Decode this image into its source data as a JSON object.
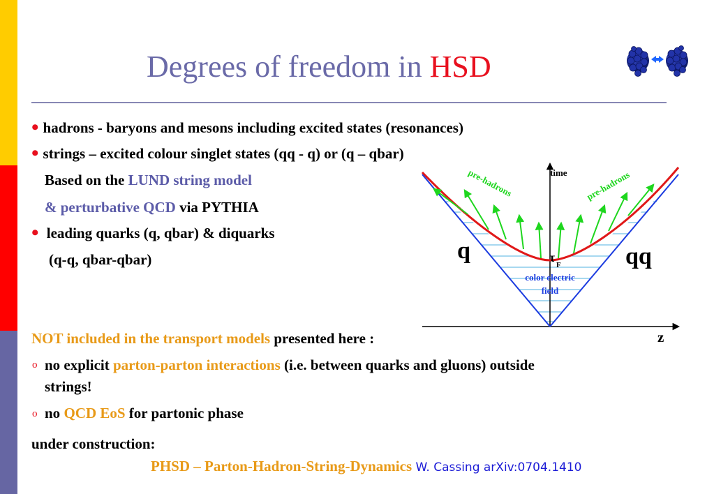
{
  "slide": {
    "title_main": "Degrees of  freedom in ",
    "title_highlight": "HSD",
    "bullets": {
      "b1": "hadrons - baryons and mesons  including excited states (resonances)",
      "b2": "strings – excited colour singlet states  (qq - q) or (q – qbar)",
      "b2_line2_prefix": "Based on the ",
      "b2_line2_link": "LUND string model",
      "b2_line3_link": "& perturbative QCD",
      "b2_line3_suffix": " via PYTHIA",
      "b3": " leading quarks (q, qbar) & diquarks",
      "b3_line2": "(q-q, qbar-qbar)"
    },
    "not_included": {
      "heading_highlight": "NOT included in the transport models",
      "heading_rest": " presented here :",
      "marker": "o",
      "item1_prefix": "no explicit ",
      "item1_highlight": "parton-parton interactions",
      "item1_rest": " (i.e. between quarks and gluons) outside",
      "item1_line2": "strings!",
      "item2_prefix": "no ",
      "item2_highlight": "QCD EoS",
      "item2_rest": " for partonic phase"
    },
    "construction": {
      "label": "under construction:",
      "project": "PHSD – Parton-Hadron-String-Dynamics",
      "credit": " W. Cassing arXiv:0704.1410"
    },
    "colors": {
      "title": "#6a6aa8",
      "accent_red": "#e8101e",
      "link_blue": "#5b5ba8",
      "orange": "#e89a18",
      "arrow_green": "#1ed61e",
      "cone_blue": "#1c3ce0"
    }
  },
  "diagram": {
    "time_label": "time",
    "z_label": "z",
    "left_label": "q",
    "right_label": "qq",
    "tau_label": "τ",
    "tau_sub": "F",
    "field_line1": "color electric",
    "field_line2": "field",
    "prehadrons_left": "pre-hadrons",
    "prehadrons_right": "pre-hadrons"
  },
  "logo": {
    "icon": "nucleus-collision-icon"
  }
}
